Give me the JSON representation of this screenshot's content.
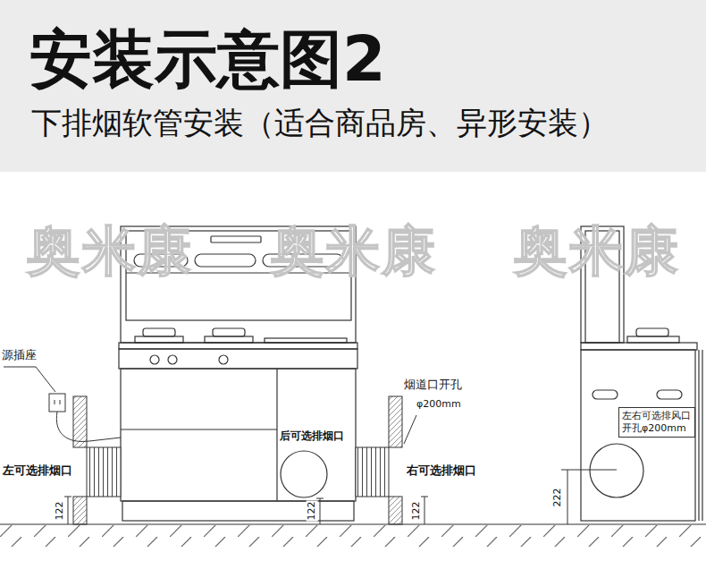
{
  "diagram": {
    "title": "安装示意图2",
    "caption": "下排烟软管安装（适合商品房、异形安装）",
    "nodes": [
      {
        "text": [
          "左右可选排风口 开孔φ200mm"
        ]
      }
    ],
    "labels": [
      "奥米康",
      "奥米康",
      "奥米康",
      "源插座",
      "烟道口开孔",
      "φ200mm",
      "后可选排烟口",
      "左可选排烟口",
      "右可选排烟口",
      "122",
      "122",
      "122",
      "222"
    ]
  }
}
